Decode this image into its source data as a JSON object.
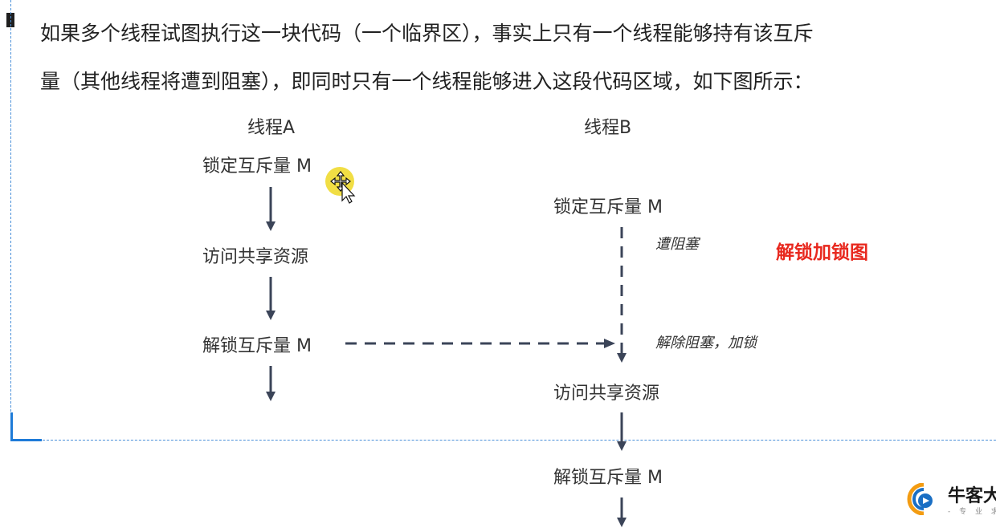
{
  "intro": {
    "line1": "如果多个线程试图执行这一块代码（一个临界区），事实上只有一个线程能够持有该互斥",
    "line2": "量（其他线程将遭到阻塞），即同时只有一个线程能够进入这段代码区域，如下图所示："
  },
  "diagram": {
    "thread_a": {
      "title": "线程A",
      "lock": "锁定互斥量 M",
      "access": "访问共享资源",
      "unlock": "解锁互斥量 M"
    },
    "thread_b": {
      "title": "线程B",
      "lock": "锁定互斥量 M",
      "blocked_note": "遭阻塞",
      "unblock_note": "解除阻塞，加锁",
      "access": "访问共享资源",
      "unlock": "解锁互斥量 M"
    },
    "caption": "解锁加锁图"
  },
  "logo": {
    "name": "牛客大",
    "sub": "- 专 业 求 职"
  },
  "colors": {
    "arrow": "#3b4458",
    "caption": "#e8281e",
    "guide": "#4a90d9",
    "cursor_highlight": "#f0dc3a"
  },
  "icons": [
    "move-cursor-icon",
    "logo-icon"
  ]
}
